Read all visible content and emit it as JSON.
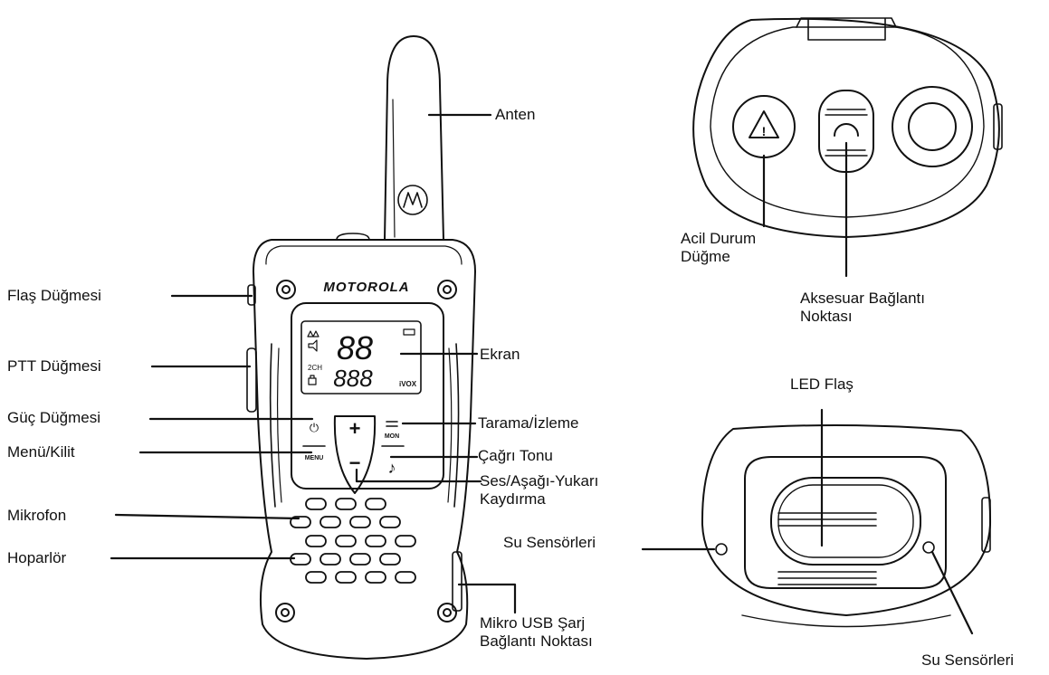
{
  "labels": {
    "anten": "Anten",
    "flas_dugmesi": "Flaş Düğmesi",
    "ptt_dugmesi": "PTT Düğmesi",
    "guc_dugmesi": "Güç Düğmesi",
    "menu_kilit": "Menü/Kilit",
    "mikrofon": "Mikrofon",
    "hoparlor": "Hoparlör",
    "ekran": "Ekran",
    "tarama_izleme": "Tarama/İzleme",
    "cagri_tonu": "Çağrı Tonu",
    "ses_line1": "Ses/Aşağı-Yukarı",
    "ses_line2": "Kaydırma",
    "usb_line1": "Mikro USB Şarj",
    "usb_line2": "Bağlantı Noktası",
    "acil_line1": "Acil Durum",
    "acil_line2": "Düğme",
    "aksesuar_line1": "Aksesuar Bağlantı",
    "aksesuar_line2": "Noktası",
    "led_flas": "LED Flaş",
    "su_sensorleri_left": "Su Sensörleri",
    "su_sensorleri_right": "Su Sensörleri"
  },
  "device": {
    "brand": "MOTOROLA",
    "display_channel": "88",
    "display_code": "888",
    "display_icon_2ch": "2CH",
    "display_icon_vox": "iVOX",
    "button_menu": "MENU",
    "button_mon": "MON",
    "plus": "+",
    "minus": "−",
    "warning_symbol": "!",
    "music_note": "♪",
    "power_icon": "⏻"
  },
  "colors": {
    "line": "#111111",
    "background": "#ffffff"
  }
}
